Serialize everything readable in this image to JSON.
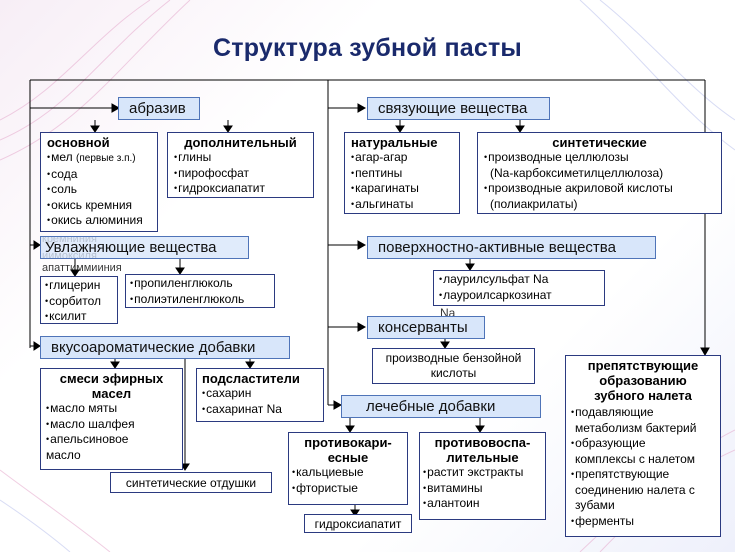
{
  "title": "Структура зубной пасты",
  "abraziv": {
    "label": "абразив",
    "osnovnoy": {
      "title": "основной",
      "items": [
        "мел",
        "сода",
        "соль",
        "окись кремния",
        "окись алюминия"
      ],
      "mel_note": "(первые з.п.)"
    },
    "dopolnitelny": {
      "title": "дополнительный",
      "items": [
        "глины",
        "пирофосфат",
        "гидроксиапатит"
      ]
    },
    "overflow_lines": [
      "кремниния",
      "иимоксиля",
      "апаттиммииния"
    ]
  },
  "svyazuyuschie": {
    "label": "связующие вещества",
    "naturalnye": {
      "title": "натуральные",
      "items": [
        "агар-агар",
        "пептины",
        "карагинаты",
        "альгинаты"
      ]
    },
    "sinteticheskie": {
      "title": "синтетические",
      "items": [
        "производные целлюлозы",
        "(Na-карбоксиметилцеллюлоза)",
        "производные акриловой кислоты",
        "(полиакрилаты)"
      ]
    }
  },
  "uvlazhnyayuschie": {
    "label": "Увлажняющие вещества",
    "left_items": [
      "глицерин",
      "сорбитол",
      "ксилит"
    ],
    "right_items": [
      "пропиленглюколь",
      "полиэтиленглюколь"
    ]
  },
  "pav": {
    "label": "поверхностно-активные    вещества",
    "items": [
      "лаурилсульфат Na",
      "лауроилсаркозинат",
      "Na"
    ]
  },
  "konservanty": {
    "label": "консерванты",
    "box_text": [
      "производные бензойной",
      "кислоты"
    ]
  },
  "vkusoaromaticheskie": {
    "label": "вкусоароматические добавки",
    "smesi": {
      "title": [
        "смеси эфирных",
        "масел"
      ],
      "items": [
        "масло мяты",
        "масло шалфея",
        "апельсиновое",
        "масло"
      ]
    },
    "podslastiteli": {
      "title": "подсластители",
      "items": [
        "сахарин",
        "сахаринат Na"
      ]
    },
    "sinteticheskie_otdushki": "синтетические отдушки"
  },
  "prepyatstvuyuschie": {
    "title": [
      "препятствующие",
      "образованию",
      "зубного налета"
    ],
    "items": [
      "подавляющие",
      "метаболизм бактерий",
      "образующие",
      "комплексы с налетом",
      "препятствующие",
      "соединению налета с",
      "зубами",
      "ферменты"
    ]
  },
  "lechebnye": {
    "label": "лечебные добавки",
    "protivokaries": {
      "title": [
        "противокари-",
        "есные"
      ],
      "items": [
        "кальциевые",
        "фтористые"
      ]
    },
    "protivovospal": {
      "title": [
        "противовоспа-",
        "лительные"
      ],
      "items": [
        "растит экстракты",
        "витамины",
        "алантоин"
      ]
    },
    "gidroksiapatit": "гидроксиапатит"
  },
  "colors": {
    "title": "#1a2a6c",
    "category_fill": "#d8e6fa",
    "category_border": "#4f74b8",
    "box_border": "#2b3a80"
  }
}
